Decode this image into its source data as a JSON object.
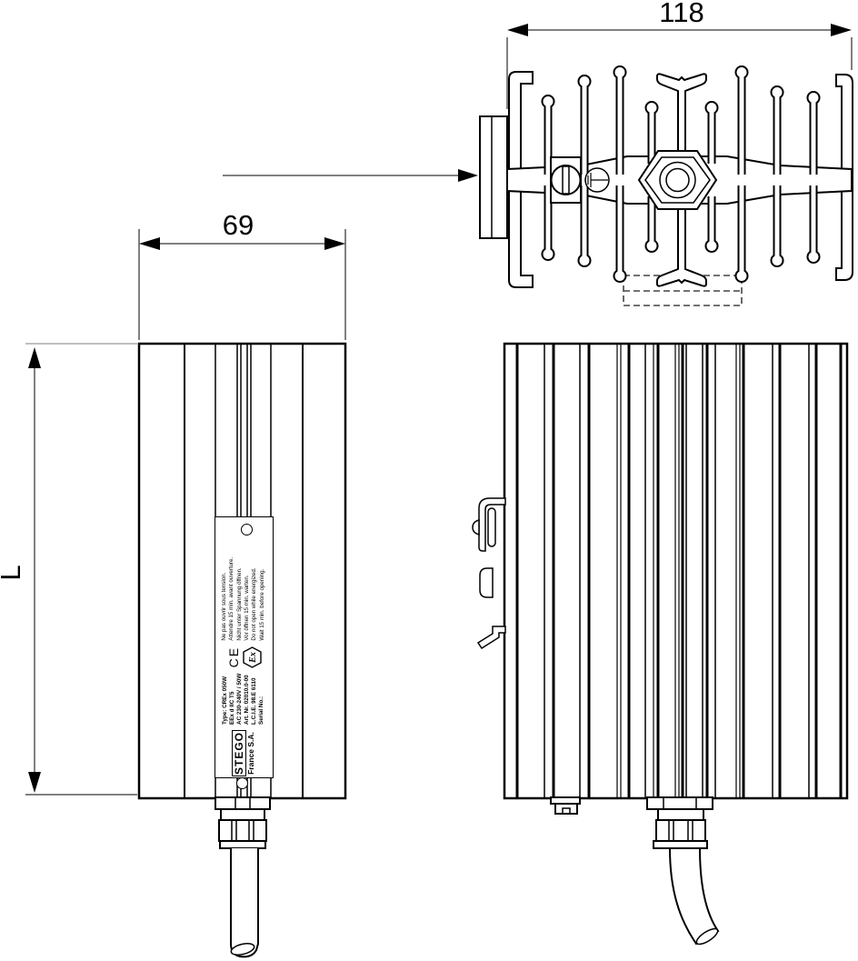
{
  "drawing": {
    "title": "STEGO explosion-proof heater, three-view technical drawing",
    "dimensions": {
      "top_width": "118",
      "front_width": "69",
      "length": "L"
    },
    "label": {
      "brand": "STEGO",
      "brand_sub": "France S.A.",
      "type_info": [
        "Type: CREx 050W",
        "EEx d IIC T5",
        "AC 230-240V / 50W",
        "Art. Nr. 02010.0-00",
        "L.C.I.E. 98.E 6110",
        "Serial No.:"
      ],
      "ce_mark": "CE",
      "ex_mark": "Ex",
      "warnings": [
        "Ne pas ouvrir sous tension.",
        "Attendre 15 min. avant ouverture.",
        "Nicht unter Spannung öffnen.",
        "Vor öffnen 15 min. warten.",
        "Do not open while energized.",
        "Wait 15 min. before opening."
      ]
    },
    "colors": {
      "line": "#000000",
      "background": "#ffffff",
      "hidden_line": "#444444",
      "construction_line": "#aaaaaa"
    }
  }
}
